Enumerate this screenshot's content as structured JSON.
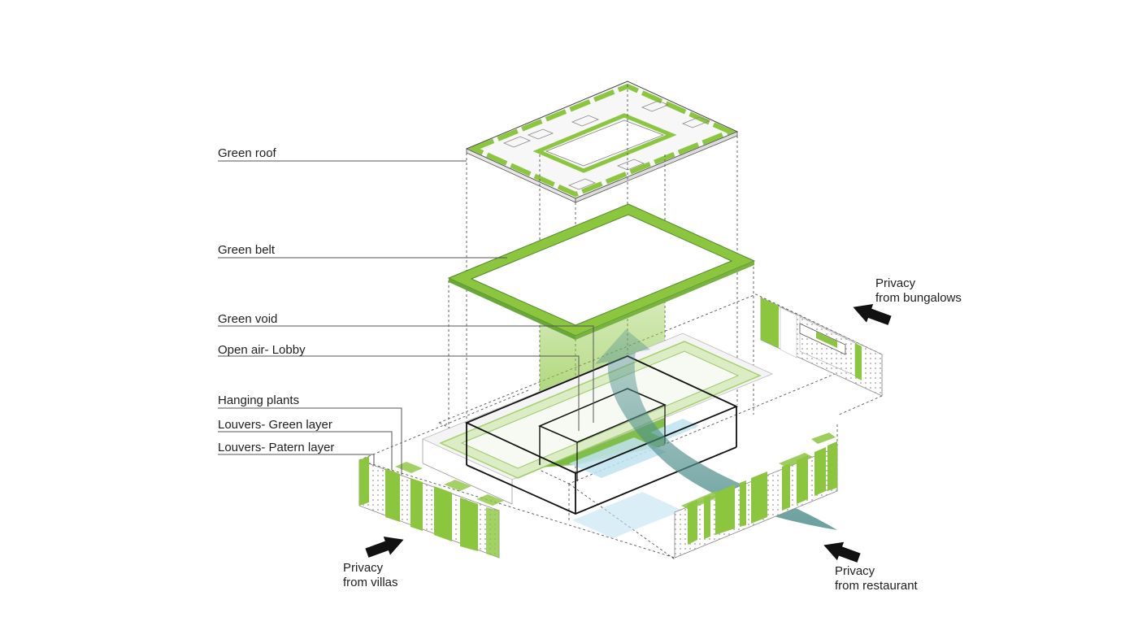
{
  "labels": {
    "green_roof": "Green roof",
    "green_belt": "Green belt",
    "green_void": "Green void",
    "open_air_lobby": "Open air- Lobby",
    "hanging_plants": "Hanging plants",
    "louvers_green": "Louvers- Green layer",
    "louvers_pattern": "Louvers- Patern layer"
  },
  "privacy": {
    "bungalows_line1": "Privacy",
    "bungalows_line2": "from bungalows",
    "villas_line1": "Privacy",
    "villas_line2": "from villas",
    "restaurant_line1": "Privacy",
    "restaurant_line2": "from restaurant"
  },
  "colors": {
    "green": "#8cc63f",
    "green_dark": "#5aa02c",
    "airflow": "#4f8f8c",
    "water": "#bfe3f0",
    "line": "#111111"
  }
}
